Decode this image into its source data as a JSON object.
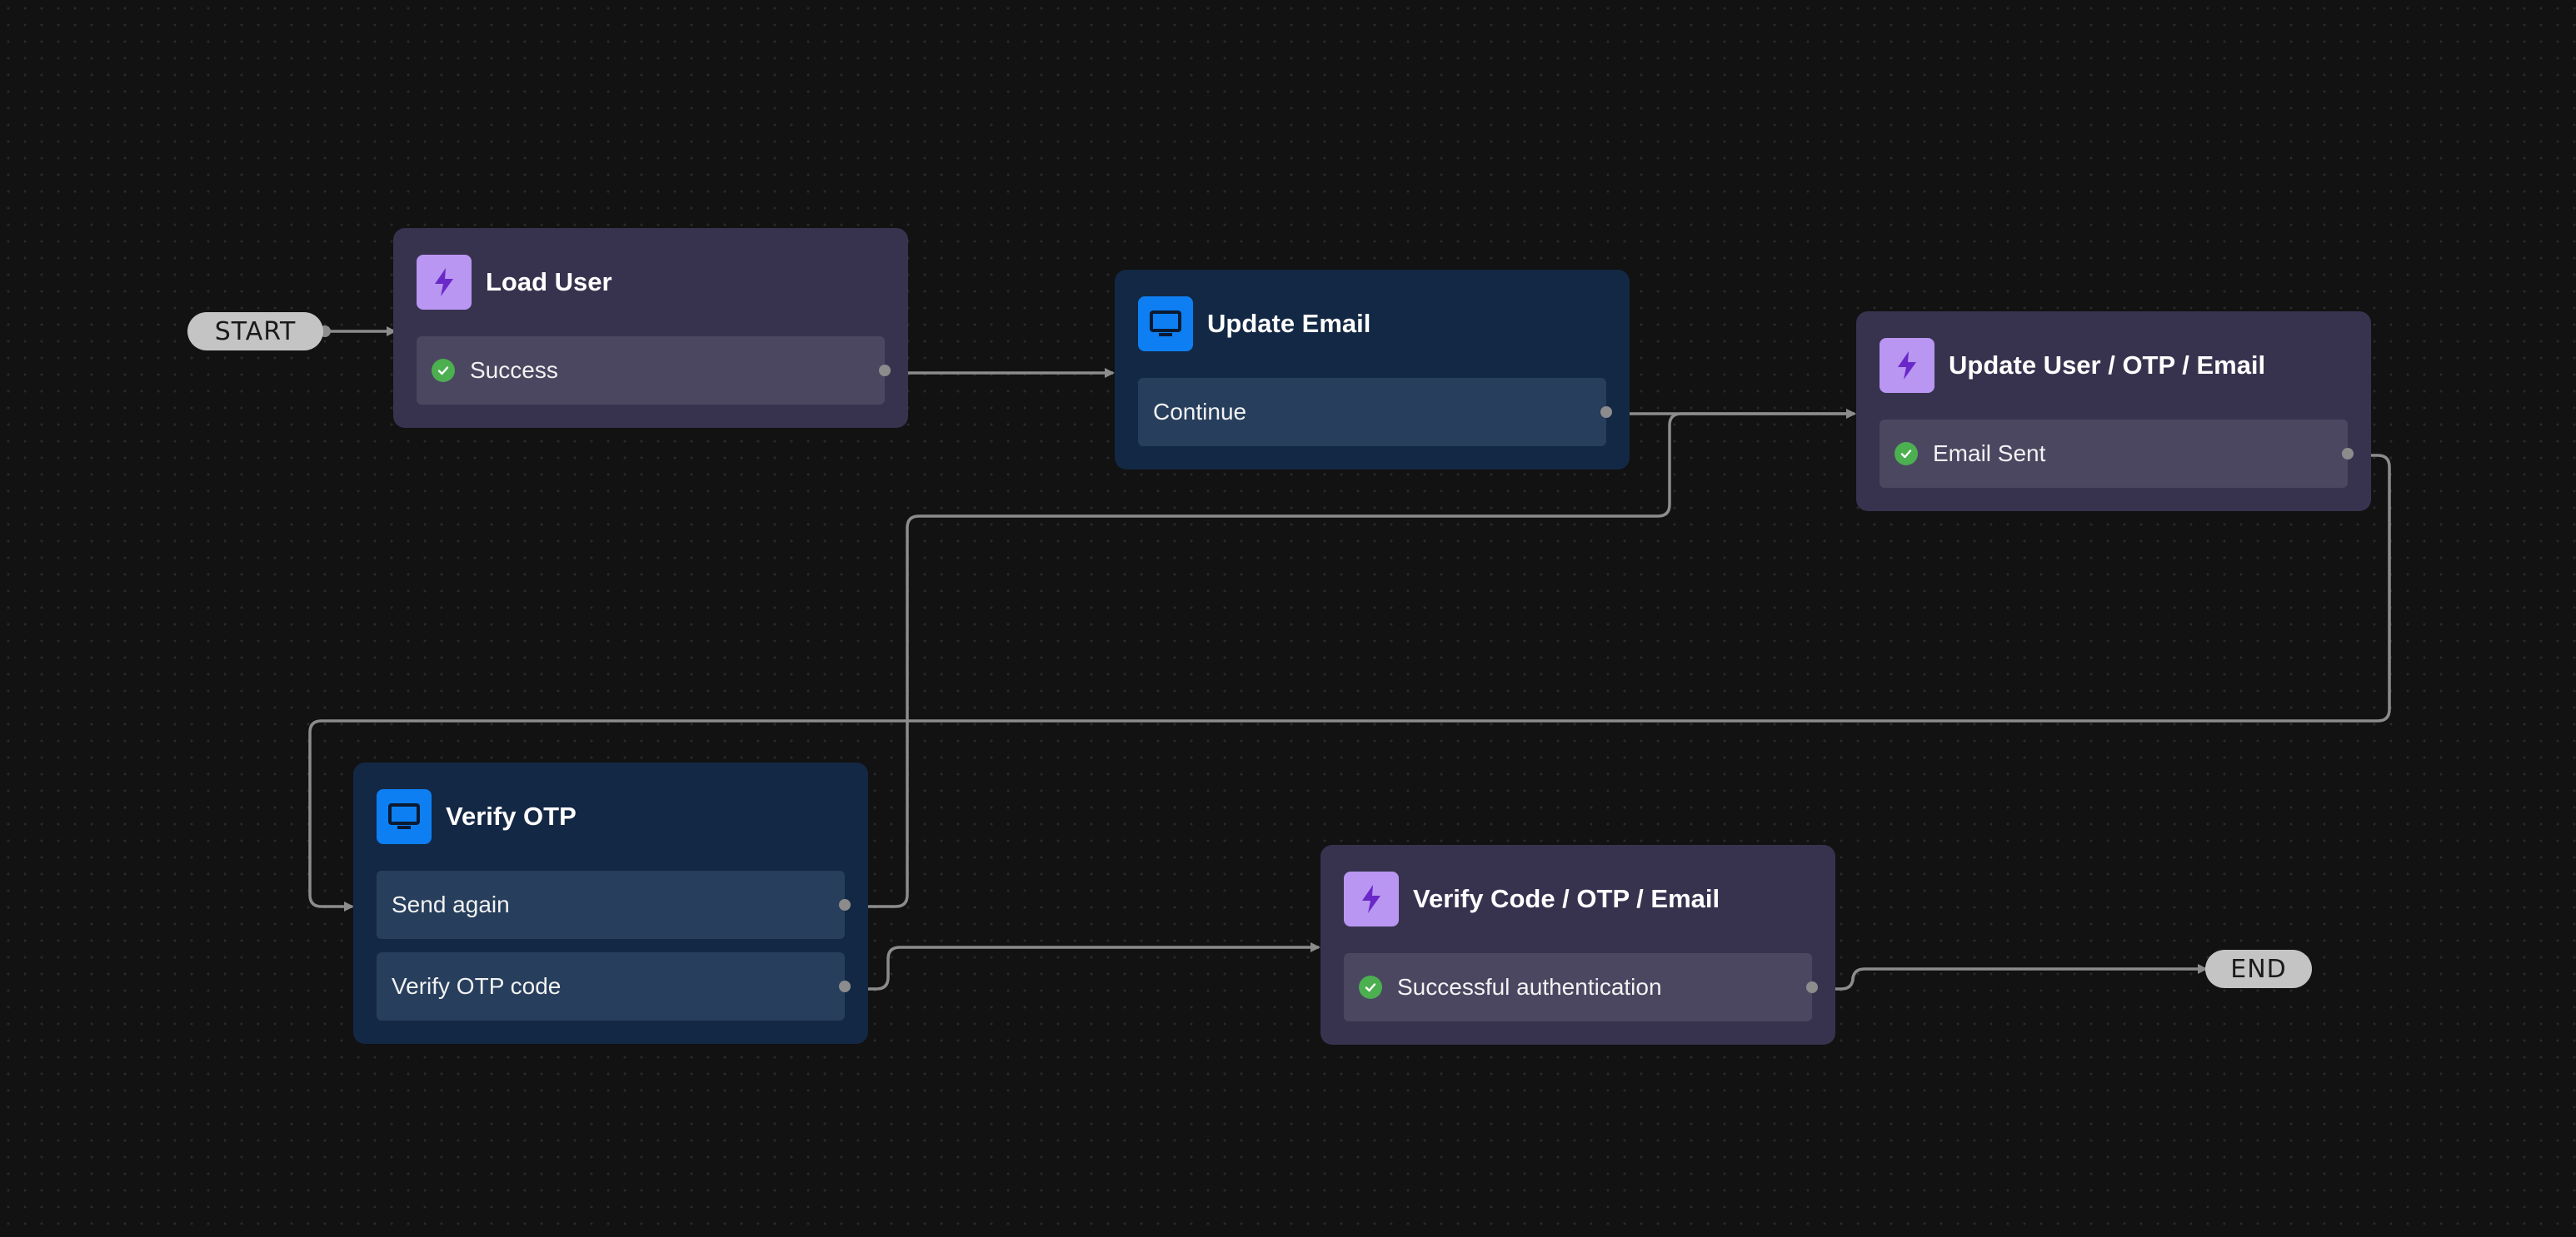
{
  "start": {
    "label": "START"
  },
  "end": {
    "label": "END"
  },
  "nodes": {
    "load_user": {
      "title": "Load User",
      "kind": "action",
      "icon": "lightning-icon",
      "outputs": [
        {
          "label": "Success",
          "status": "success"
        }
      ]
    },
    "update_email": {
      "title": "Update Email",
      "kind": "screen",
      "icon": "monitor-icon",
      "outputs": [
        {
          "label": "Continue"
        }
      ]
    },
    "update_user_otp_email": {
      "title": "Update User / OTP / Email",
      "kind": "action",
      "icon": "lightning-icon",
      "outputs": [
        {
          "label": "Email Sent",
          "status": "success"
        }
      ]
    },
    "verify_otp": {
      "title": "Verify OTP",
      "kind": "screen",
      "icon": "monitor-icon",
      "outputs": [
        {
          "label": "Send again"
        },
        {
          "label": "Verify OTP code"
        }
      ]
    },
    "verify_code_otp_email": {
      "title": "Verify Code / OTP / Email",
      "kind": "action",
      "icon": "lightning-icon",
      "outputs": [
        {
          "label": "Successful authentication",
          "status": "success"
        }
      ]
    }
  },
  "connections": [
    {
      "from": "START",
      "to": "Load User"
    },
    {
      "from": "Load User: Success",
      "to": "Update Email"
    },
    {
      "from": "Update Email: Continue",
      "to": "Update User / OTP / Email"
    },
    {
      "from": "Update User / OTP / Email: Email Sent",
      "to": "Verify OTP"
    },
    {
      "from": "Verify OTP: Send again",
      "to": "Update User / OTP / Email"
    },
    {
      "from": "Verify OTP: Verify OTP code",
      "to": "Verify Code / OTP / Email"
    },
    {
      "from": "Verify Code / OTP / Email: Successful authentication",
      "to": "END"
    }
  ],
  "colors": {
    "canvas": "#121212",
    "action_node": "#37334f",
    "action_icon": "#b996f2",
    "screen_node": "#132844",
    "screen_icon": "#0d7ff2",
    "edge": "#8c8c8c",
    "success": "#4caf50",
    "terminal": "#c4c4c4"
  }
}
